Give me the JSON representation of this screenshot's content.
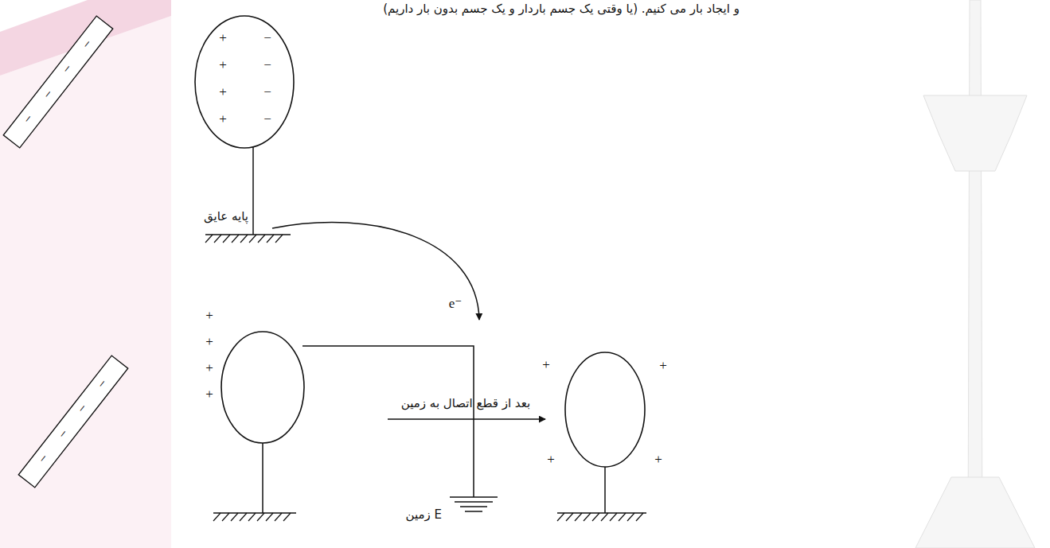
{
  "diagram": {
    "labels": [
      "و ایجاد بار می کنیم. (یا وقتی یک جسم باردار و یک جسم بدون بار داریم)",
      "−",
      "−",
      "−",
      "−",
      "+",
      "+",
      "+",
      "+",
      "−",
      "−",
      "−",
      "−",
      "پایه عایق",
      "e⁻",
      "زمین E",
      "−",
      "−",
      "−",
      "−",
      "+",
      "+",
      "+",
      "+",
      "بعد از قطع اتصال به زمین",
      "+",
      "+",
      "+",
      "+"
    ]
  }
}
